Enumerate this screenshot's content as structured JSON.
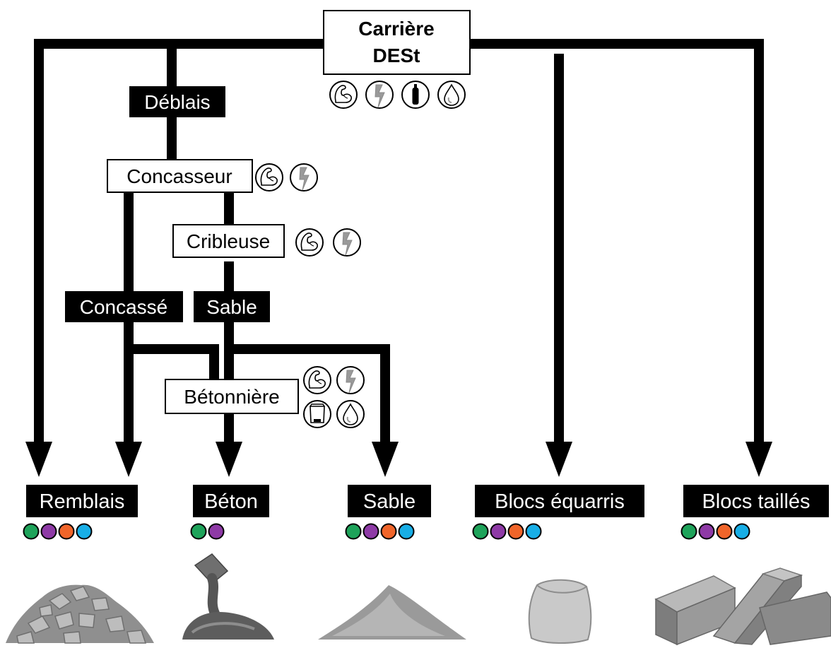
{
  "source": {
    "title_line1": "Carrière",
    "title_line2": "DESt",
    "resources": [
      "strength-icon",
      "energy-icon",
      "gas-cylinder-icon",
      "water-icon"
    ]
  },
  "intermediates": {
    "deblais": "Déblais",
    "concasse": "Concassé",
    "sable": "Sable"
  },
  "machines": {
    "concasseur": {
      "label": "Concasseur",
      "resources": [
        "strength-icon",
        "energy-icon"
      ]
    },
    "cribleuse": {
      "label": "Cribleuse",
      "resources": [
        "strength-icon",
        "energy-icon"
      ]
    },
    "betonniere": {
      "label": "Bétonnière",
      "resources": [
        "strength-icon",
        "energy-icon",
        "cement-bag-icon",
        "water-icon"
      ]
    }
  },
  "products": [
    {
      "label": "Remblais",
      "dots": [
        "#1ea35a",
        "#8e3aa6",
        "#f0652a",
        "#18aee6"
      ],
      "illustration": "rubble-pile-icon"
    },
    {
      "label": "Béton",
      "dots": [
        "#1ea35a",
        "#8e3aa6"
      ],
      "illustration": "pouring-concrete-icon"
    },
    {
      "label": "Sable",
      "dots": [
        "#1ea35a",
        "#8e3aa6",
        "#f0652a",
        "#18aee6"
      ],
      "illustration": "sand-pile-icon"
    },
    {
      "label": "Blocs équarris",
      "dots": [
        "#1ea35a",
        "#8e3aa6",
        "#f0652a",
        "#18aee6"
      ],
      "illustration": "rough-block-icon"
    },
    {
      "label": "Blocs taillés",
      "dots": [
        "#1ea35a",
        "#8e3aa6",
        "#f0652a",
        "#18aee6"
      ],
      "illustration": "cut-bricks-icon"
    }
  ],
  "colors": {
    "line": "#000000",
    "label_bg": "#000000",
    "label_text": "#ffffff",
    "icon_grey": "#9a9a9a"
  }
}
